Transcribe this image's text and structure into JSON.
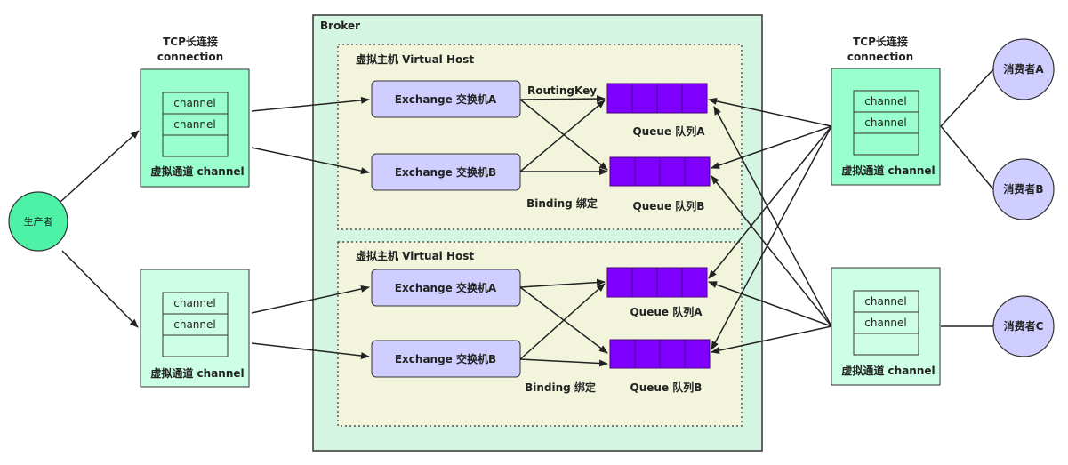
{
  "broker": {
    "label": "Broker"
  },
  "producer": {
    "label": "生产者"
  },
  "connections": [
    {
      "title_line1": "TCP长连接",
      "title_line2": "connection",
      "channels": [
        "channel",
        "channel",
        ""
      ],
      "caption": "虚拟通道 channel"
    },
    {
      "title_line1": "",
      "title_line2": "",
      "channels": [
        "channel",
        "channel",
        ""
      ],
      "caption": "虚拟通道 channel"
    },
    {
      "title_line1": "TCP长连接",
      "title_line2": "connection",
      "channels": [
        "channel",
        "channel",
        ""
      ],
      "caption": "虚拟通道 channel"
    },
    {
      "title_line1": "",
      "title_line2": "",
      "channels": [
        "channel",
        "channel",
        ""
      ],
      "caption": "虚拟通道 channel"
    }
  ],
  "vhosts": [
    {
      "label": "虚拟主机 Virtual Host",
      "exchange_a": "Exchange 交换机A",
      "exchange_b": "Exchange 交换机B",
      "queue_a": "Queue 队列A",
      "queue_b": "Queue 队列B",
      "routing_key": "RoutingKey",
      "binding": "Binding 绑定"
    },
    {
      "label": "虚拟主机 Virtual Host",
      "exchange_a": "Exchange 交换机A",
      "exchange_b": "Exchange 交换机B",
      "queue_a": "Queue 队列A",
      "queue_b": "Queue 队列B",
      "routing_key": "",
      "binding": "Binding 绑定"
    }
  ],
  "consumers": [
    "消费者A",
    "消费者B",
    "消费者C"
  ],
  "colors": {
    "broker_fill": "#d5f5e3",
    "vhost_fill": "#f2f4dc",
    "exchange_fill": "#d0ceff",
    "queue_fill": "#7f00ff",
    "conn_fill_top": "#99ffcc",
    "conn_fill_bottom": "#ccffe6",
    "producer_fill": "#4df2a6",
    "consumer_fill": "#d0ceff"
  }
}
